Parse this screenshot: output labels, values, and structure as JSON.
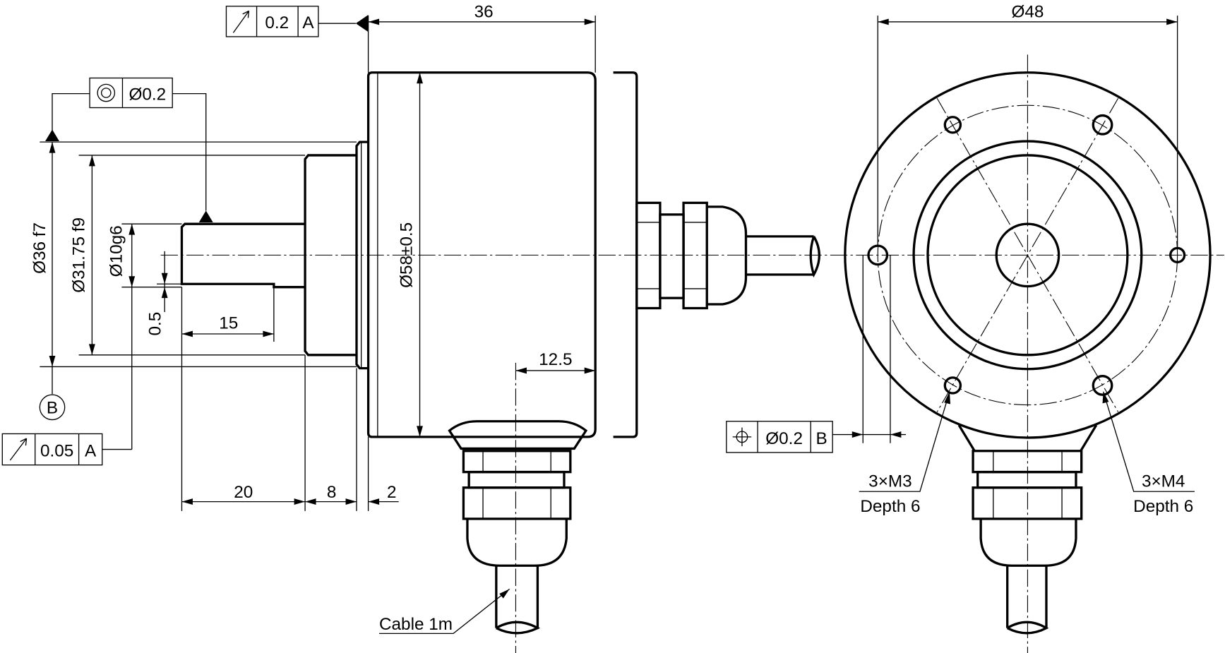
{
  "dimensions": {
    "body_length": "36",
    "body_diameter": "Ø58±0.5",
    "flange_diameter": "Ø36 f7",
    "hub_diameter": "Ø31.75 f9",
    "shaft_diameter": "Ø10g6",
    "flat_depth": "0.5",
    "flat_length": "15",
    "shaft_length": "20",
    "hub_length": "8",
    "flange_length": "2",
    "gland_offset": "12.5",
    "bolt_circle": "Ø48"
  },
  "tolerances": {
    "runout_top": {
      "value": "0.2",
      "datum": "A"
    },
    "concentricity": {
      "value": "Ø0.2"
    },
    "runout_bottom": {
      "value": "0.05",
      "datum": "A"
    },
    "position": {
      "value": "Ø0.2",
      "datum": "B"
    }
  },
  "datum_b": "B",
  "notes": {
    "m3_thread": "3×M3",
    "m3_depth": "Depth 6",
    "m4_thread": "3×M4",
    "m4_depth": "Depth 6",
    "cable": "Cable 1m"
  }
}
